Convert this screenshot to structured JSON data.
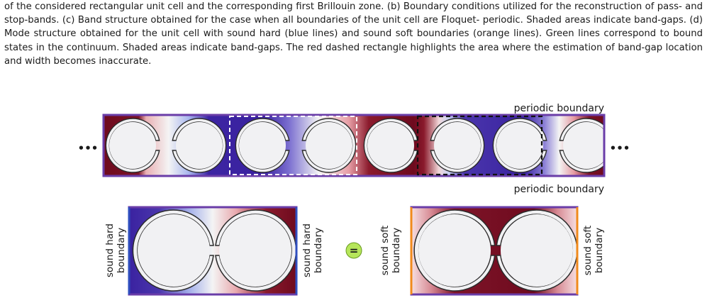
{
  "caption": {
    "lines": [
      "of the considered rectangular unit cell and the corresponding first Brillouin zone. (b) Boundary conditions utilized for the",
      "reconstruction of pass- and stop-bands. (c) Band structure obtained for the case when all boundaries of the unit cell are Floquet-",
      "periodic. Shaded areas indicate band-gaps. (d) Mode structure obtained for the unit cell with sound hard (blue lines) and sound",
      "soft boundaries (orange lines). Green lines correspond to bound states in the continuum. Shaded areas indicate band-gaps. The",
      "red dashed rectangle highlights the area where the estimation of band-gap location and width becomes inaccurate."
    ]
  },
  "figure": {
    "top_label": "periodic boundary",
    "bottom_label": "periodic boundary",
    "ellipsis_left": "•••",
    "ellipsis_right": "•••",
    "left_cell": {
      "left_label": [
        "sound hard",
        "boundary"
      ],
      "right_label": [
        "sound hard",
        "boundary"
      ]
    },
    "equals_symbol": "=",
    "right_cell": {
      "left_label": [
        "sound soft",
        "boundary"
      ],
      "right_label": [
        "sound soft",
        "boundary"
      ]
    },
    "colors": {
      "dark_red": "#6e0a1e",
      "dark_blue": "#3a22a0",
      "white": "#f4f4f4",
      "frame_purple": "#6a3da8",
      "frame_orange": "#f08a1c",
      "equals_green": "#b6e65a"
    }
  }
}
